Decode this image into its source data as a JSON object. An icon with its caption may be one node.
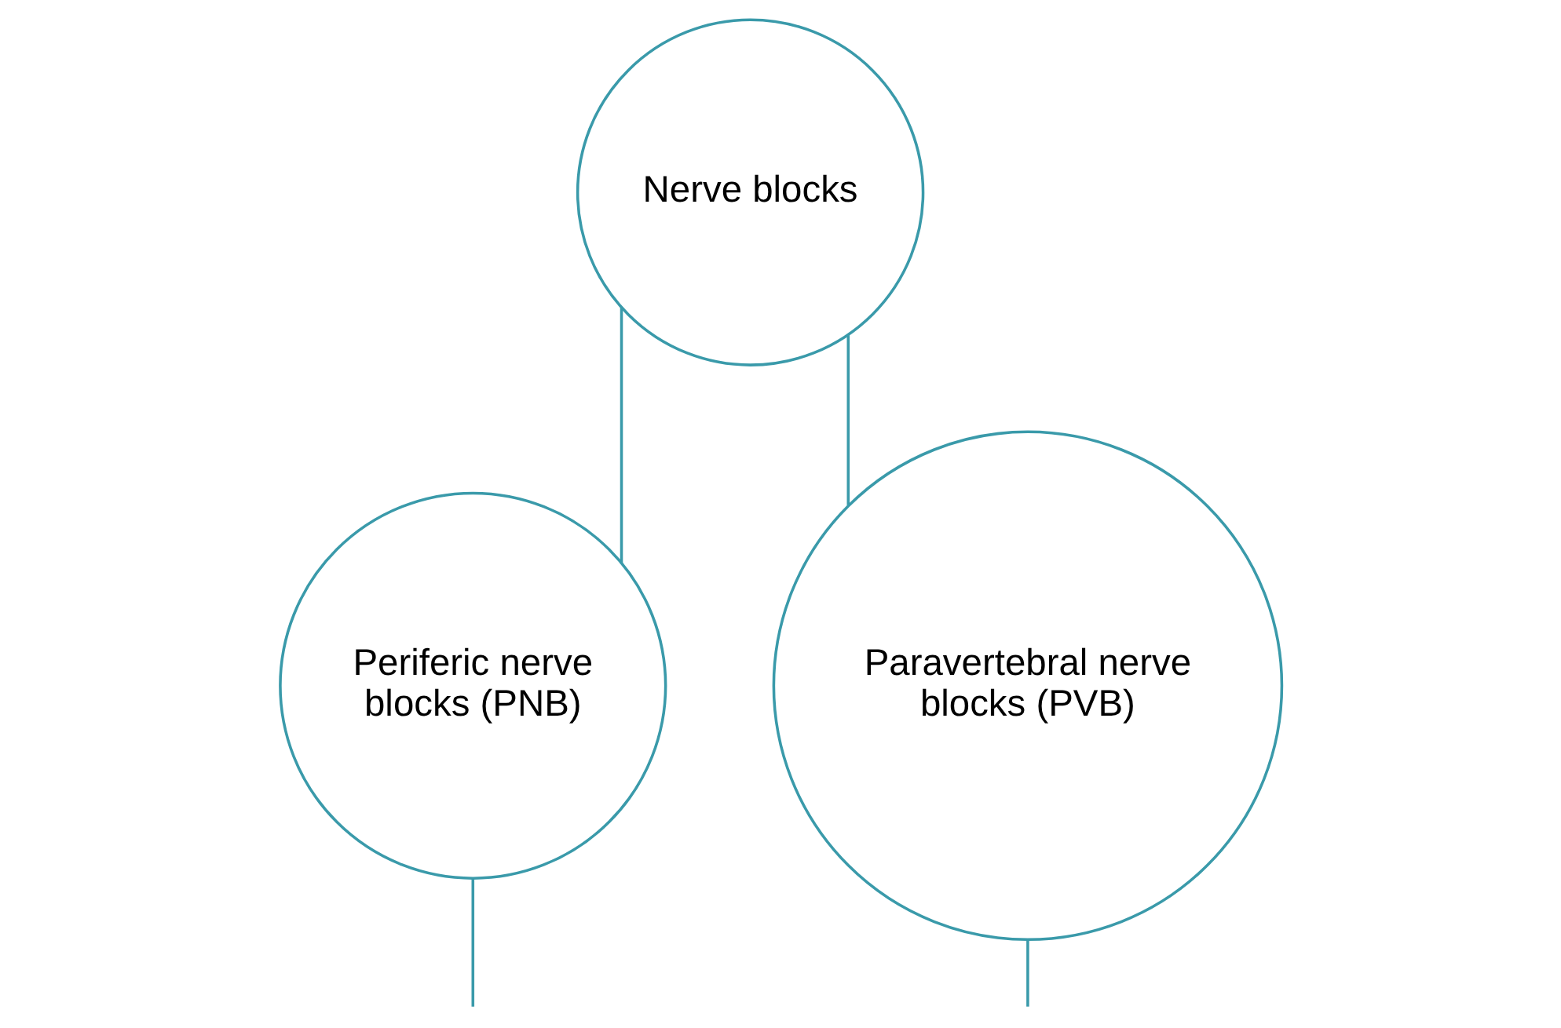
{
  "diagram": {
    "nodes": [
      {
        "text": [
          "Nerve blocks"
        ]
      },
      {
        "text": [
          "Periferic nerve blocks (PNB)"
        ]
      },
      {
        "text": [
          "Paravertebral nerve blocks (PVB)"
        ]
      }
    ],
    "edges": [
      {
        "from": 0,
        "to": 1,
        "arrow": "none"
      },
      {
        "from": 0,
        "to": 2,
        "arrow": "none"
      },
      {
        "from": 1,
        "to": null,
        "arrow": "none"
      },
      {
        "from": 2,
        "to": null,
        "arrow": "none"
      }
    ]
  }
}
